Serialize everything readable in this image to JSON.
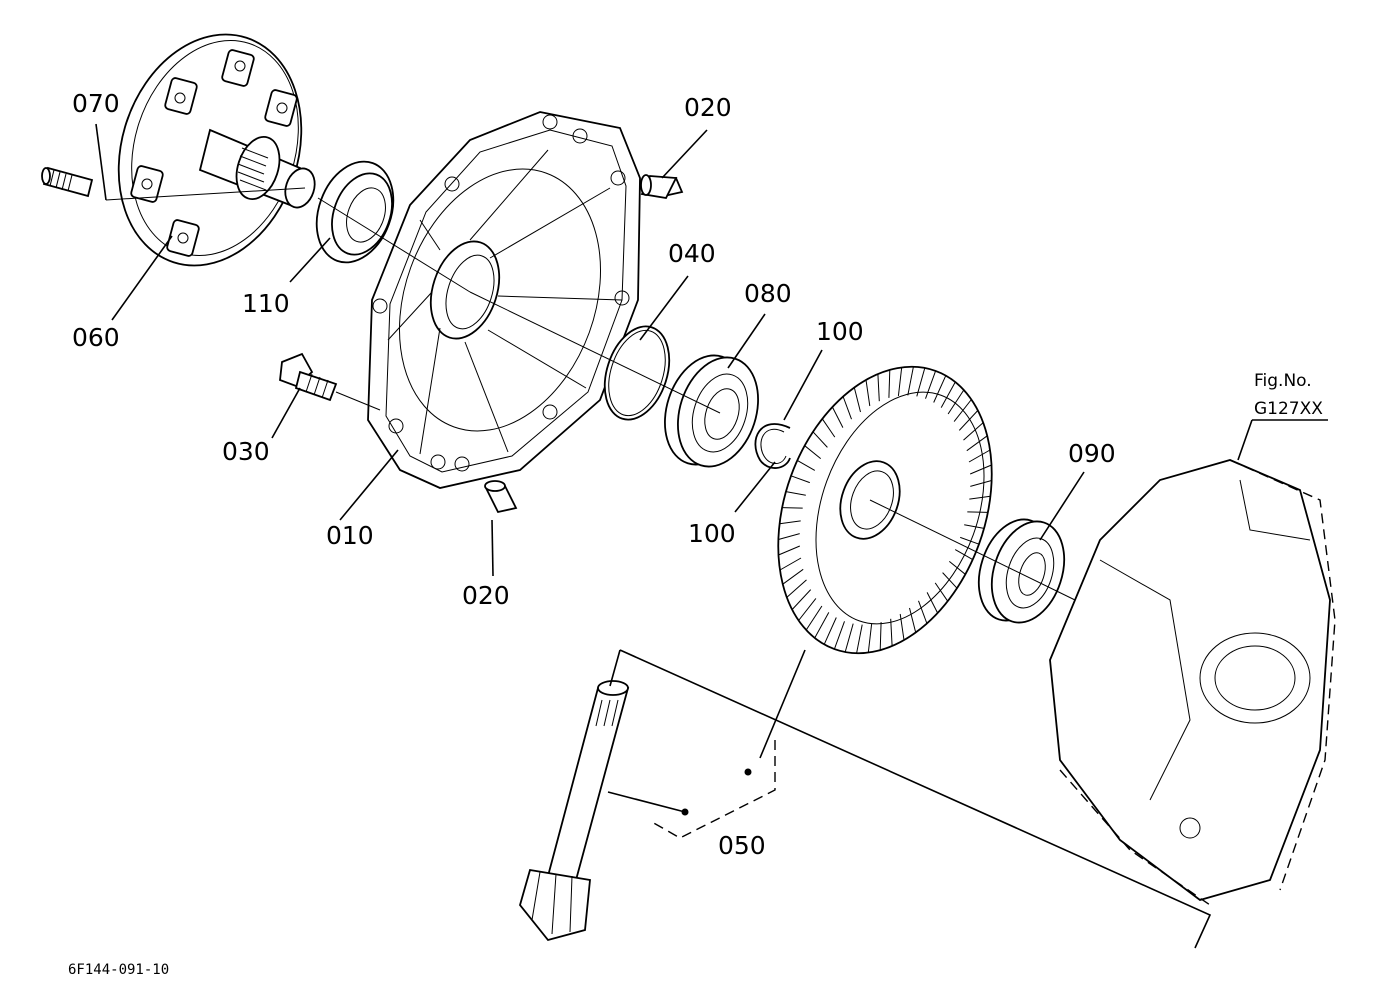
{
  "figure": {
    "fig_no_label": "Fig.No.",
    "fig_no_value": "G127XX",
    "drawing_code": "6F144-091-10"
  },
  "callouts": [
    {
      "id": "070",
      "text": "070"
    },
    {
      "id": "060",
      "text": "060"
    },
    {
      "id": "110",
      "text": "110"
    },
    {
      "id": "020a",
      "text": "020"
    },
    {
      "id": "020b",
      "text": "020"
    },
    {
      "id": "040",
      "text": "040"
    },
    {
      "id": "080",
      "text": "080"
    },
    {
      "id": "100a",
      "text": "100"
    },
    {
      "id": "100b",
      "text": "100"
    },
    {
      "id": "030",
      "text": "030"
    },
    {
      "id": "010",
      "text": "010"
    },
    {
      "id": "090",
      "text": "090"
    },
    {
      "id": "050",
      "text": "050"
    }
  ]
}
